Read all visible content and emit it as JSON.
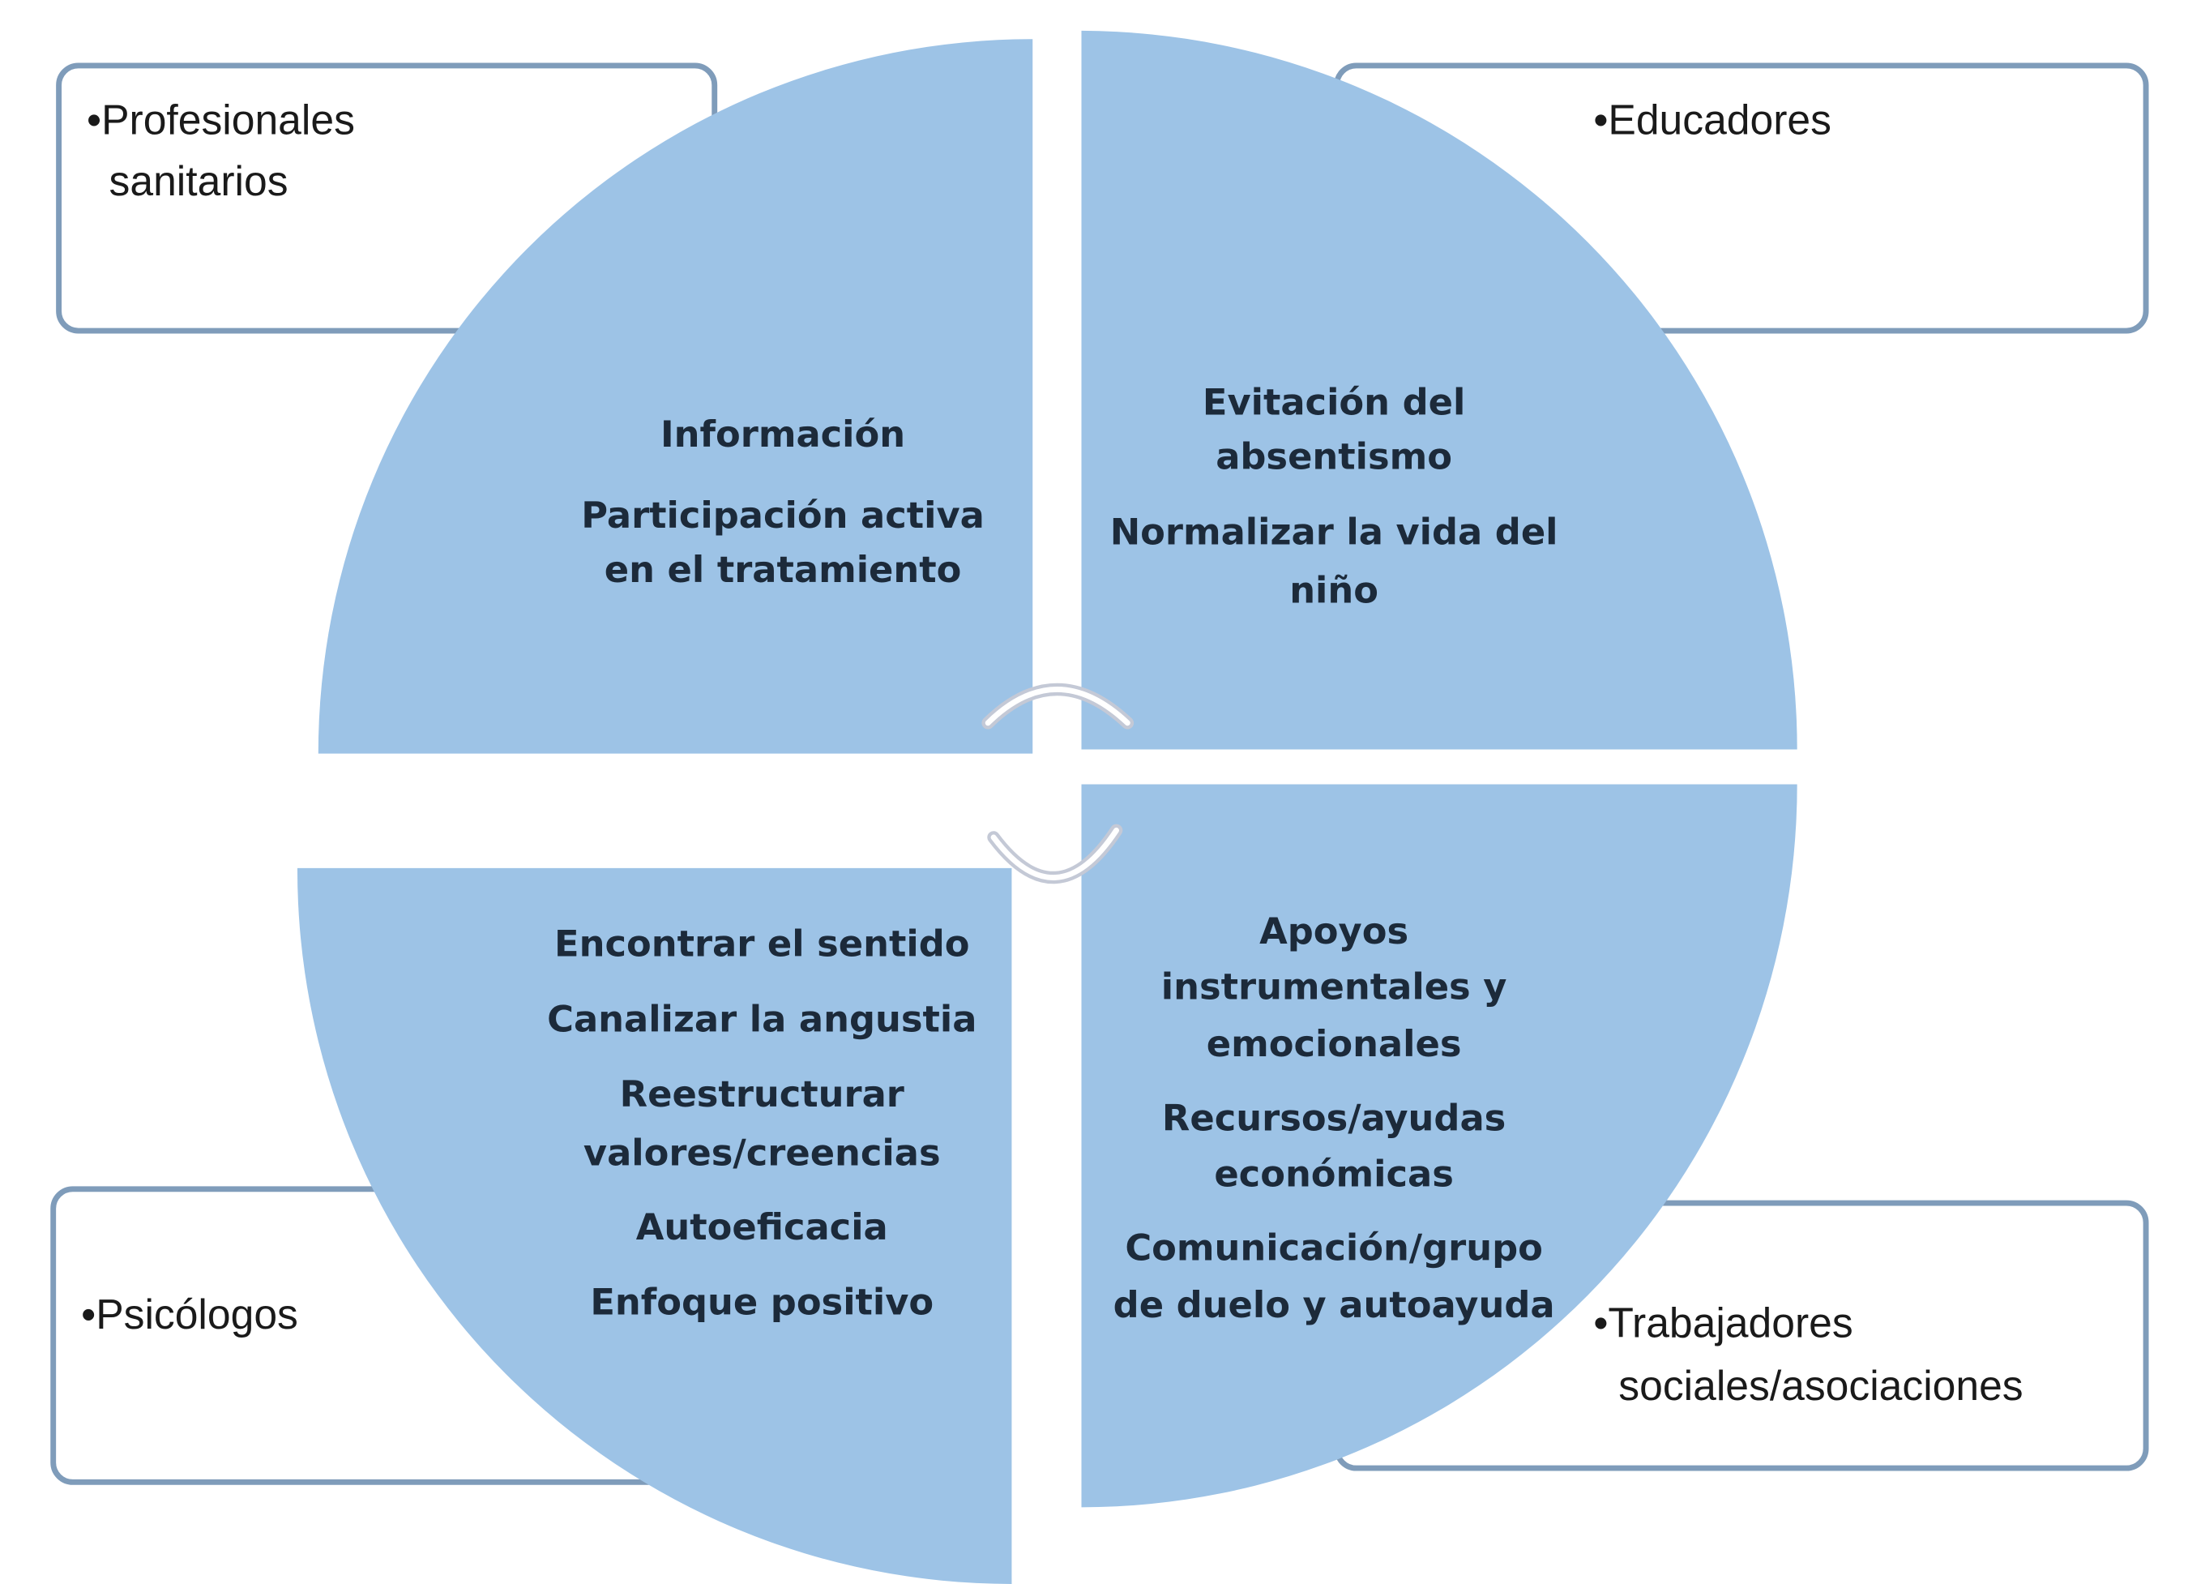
{
  "boxes": {
    "top_left": {
      "line1": "•Profesionales",
      "line2": "sanitarios"
    },
    "top_right": {
      "line1": "•Educadores"
    },
    "bottom_left": {
      "line1": "•Psicólogos"
    },
    "bottom_right": {
      "line1": "•Trabajadores",
      "line2": "sociales/asociaciones"
    }
  },
  "quadrants": {
    "top_left": [
      "Información",
      "Participación activa",
      "en el tratamiento"
    ],
    "top_right": [
      "Evitación del",
      "absentismo",
      "Normalizar la vida del",
      "niño"
    ],
    "bottom_left": [
      "Encontrar el sentido",
      "Canalizar la angustia",
      "Reestructurar",
      "valores/creencias",
      "Autoeficacia",
      "Enfoque positivo"
    ],
    "bottom_right": [
      "Apoyos",
      "instrumentales y",
      "emocionales",
      "Recursos/ayudas",
      "económicas",
      "Comunicación/grupo",
      "de duelo y autoayuda"
    ]
  },
  "colors": {
    "quadrant_fill": "#9DC3E6",
    "box_border": "#7F9CBA",
    "text": "#1C2A3A"
  }
}
